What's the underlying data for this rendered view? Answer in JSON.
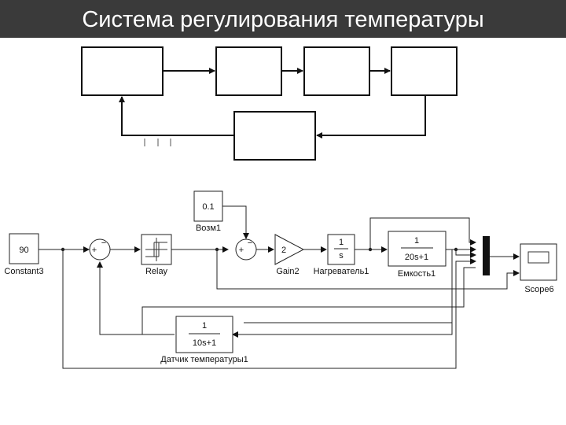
{
  "title": "Система регулирования температуры",
  "blocks": {
    "constant": {
      "value": "90",
      "label": "Constant3"
    },
    "disturbance": {
      "value": "0.1",
      "label": "Возм1"
    },
    "relay": {
      "label": "Relay"
    },
    "gain": {
      "value": "2",
      "label": "Gain2"
    },
    "heater": {
      "num": "1",
      "den": "s",
      "label": "Нагреватель1"
    },
    "capacity": {
      "num": "1",
      "den": "20s+1",
      "label": "Емкость1"
    },
    "sensor": {
      "num": "1",
      "den": "10s+1",
      "label": "Датчик температуры1"
    },
    "scope": {
      "label": "Scope6"
    }
  },
  "signs": {
    "sum1_plus": "+",
    "sum1_minus": "−",
    "sum2_plus": "+",
    "sum2_minus": "−"
  }
}
